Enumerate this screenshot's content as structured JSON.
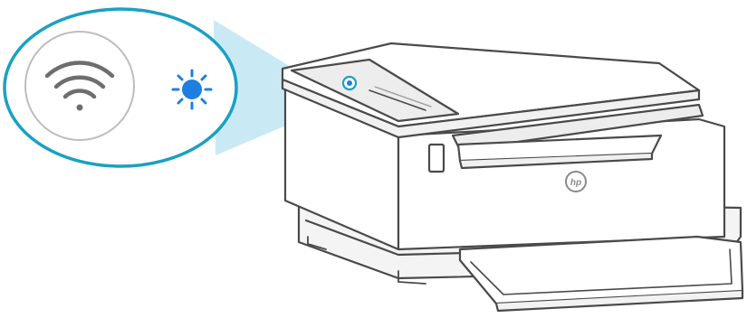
{
  "illustration": {
    "subject": "printer-setup-wifi-indicator",
    "brand_logo": "hp",
    "callout_icons": [
      "wifi-icon",
      "status-light-blinking-icon"
    ],
    "indicator_state": "blinking",
    "colors": {
      "callout_ring": "#1aa0c4",
      "callout_beam": "#bfe6f2",
      "indicator_light": "#1e7fe0",
      "wifi_icon": "#6e6e6e",
      "outline": "#4a4a4a",
      "body_fill": "#ffffff",
      "shade_fill": "#eeeeee"
    }
  }
}
